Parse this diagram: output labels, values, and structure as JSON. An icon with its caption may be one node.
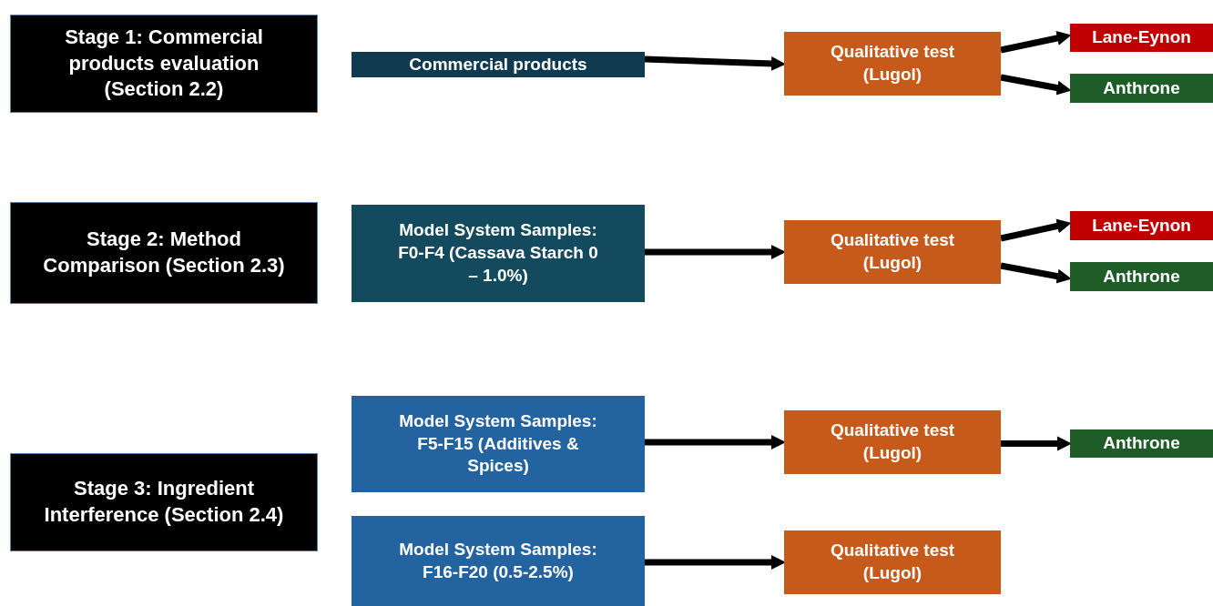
{
  "diagram": {
    "nodes": [
      {
        "text": [
          "Stage 1: Commercial products evaluation (Section 2.2)"
        ]
      },
      {
        "text": [
          "Commercial products"
        ]
      },
      {
        "text": [
          "Qualitative test (Lugol)"
        ]
      },
      {
        "text": [
          "Lane-Eynon"
        ]
      },
      {
        "text": [
          "Anthrone"
        ]
      },
      {
        "text": [
          "Stage 2: Method Comparison (Section 2.3)"
        ]
      },
      {
        "text": [
          "Model System Samples: F0-F4 (Cassava Starch 0 – 1.0%)"
        ]
      },
      {
        "text": [
          "Qualitative test (Lugol)"
        ]
      },
      {
        "text": [
          "Lane-Eynon"
        ]
      },
      {
        "text": [
          "Anthrone"
        ]
      },
      {
        "text": [
          "Stage 3: Ingredient Interference (Section 2.4)"
        ]
      },
      {
        "text": [
          "Model System Samples: F5-F15 (Additives & Spices)"
        ]
      },
      {
        "text": [
          "Qualitative test (Lugol)"
        ]
      },
      {
        "text": [
          "Anthrone"
        ]
      },
      {
        "text": [
          "Model System Samples: F16-F20 (0.5-2.5%)"
        ]
      },
      {
        "text": [
          "Qualitative test (Lugol)"
        ]
      }
    ],
    "edges": [
      {
        "from": 1,
        "to": 2,
        "arrow": "to"
      },
      {
        "from": 2,
        "to": 3,
        "arrow": "to"
      },
      {
        "from": 2,
        "to": 4,
        "arrow": "to"
      },
      {
        "from": 6,
        "to": 7,
        "arrow": "to"
      },
      {
        "from": 7,
        "to": 8,
        "arrow": "to"
      },
      {
        "from": 7,
        "to": 9,
        "arrow": "to"
      },
      {
        "from": 11,
        "to": 12,
        "arrow": "to"
      },
      {
        "from": 12,
        "to": 13,
        "arrow": "to"
      },
      {
        "from": 14,
        "to": 15,
        "arrow": "to"
      }
    ]
  }
}
